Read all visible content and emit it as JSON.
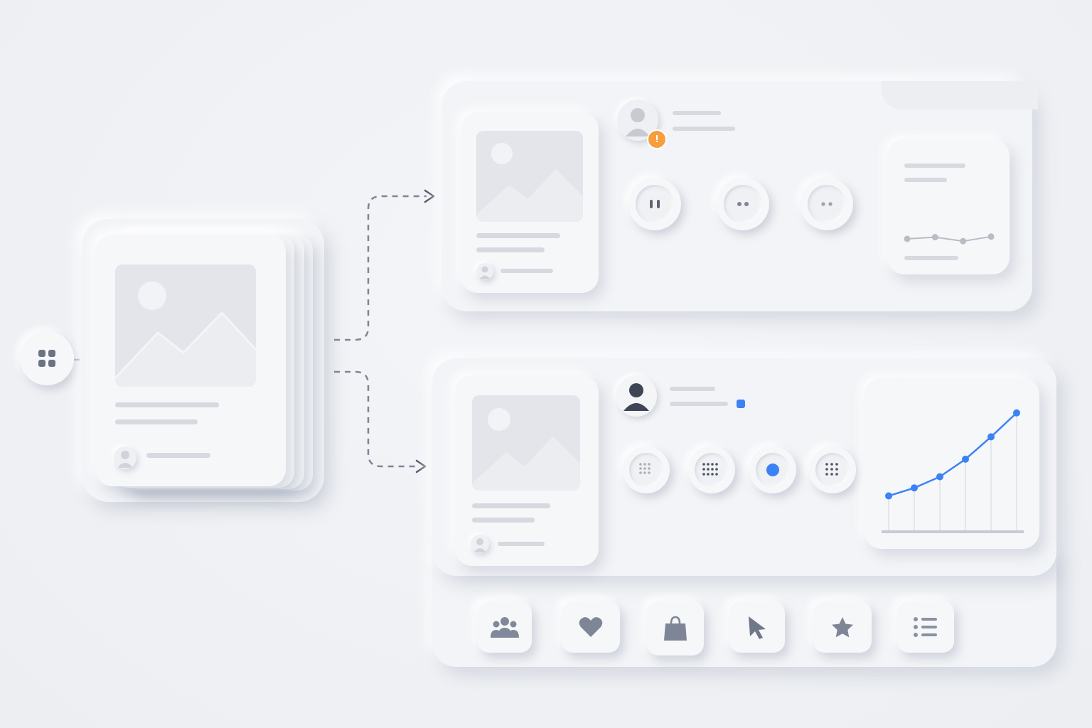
{
  "colors": {
    "accent_blue": "#3b82f6",
    "warning_orange": "#f59e3b",
    "connector_gray": "#7c8595",
    "surface": "#f3f4f7",
    "placeholder": "#d6d9df"
  },
  "icons": {
    "start_node": "grid-icon",
    "tiles": [
      "users-icon",
      "heart-icon",
      "shopping-bag-icon",
      "cursor-icon",
      "star-icon",
      "list-icon"
    ]
  },
  "chart_data": [
    {
      "type": "line",
      "x": [
        1,
        2,
        3,
        4
      ],
      "y": [
        2,
        2.3,
        1.6,
        2.4
      ],
      "color": "#b8bcc5"
    },
    {
      "type": "line",
      "x": [
        1,
        2,
        3,
        4,
        5,
        6
      ],
      "y": [
        1.0,
        1.5,
        2.2,
        3.3,
        4.7,
        6.2
      ],
      "color": "#3b82f6",
      "grid": false
    }
  ]
}
